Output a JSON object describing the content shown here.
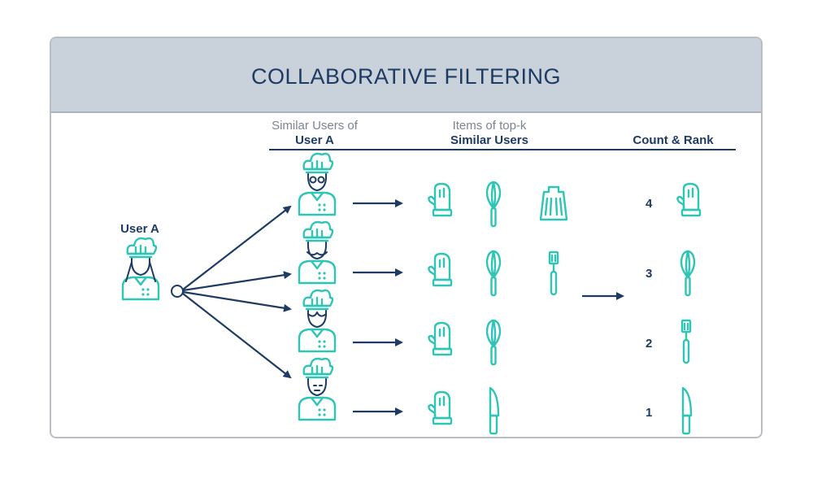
{
  "title": "COLLABORATIVE FILTERING",
  "user_a_label": "User A",
  "columns": {
    "similar_users_line1": "Similar Users of",
    "similar_users_line2": "User A",
    "items_line1": "Items of top-k",
    "items_line2": "Similar Users",
    "count_rank": "Count & Rank"
  },
  "similar_users": [
    {
      "icon": "chef-glasses-icon",
      "items": [
        "oven-mitt-icon",
        "whisk-icon",
        "grater-icon"
      ]
    },
    {
      "icon": "chef-mustache-icon",
      "items": [
        "oven-mitt-icon",
        "whisk-icon",
        "spatula-icon"
      ]
    },
    {
      "icon": "chef-icon",
      "items": [
        "oven-mitt-icon",
        "whisk-icon"
      ]
    },
    {
      "icon": "chef-beard-icon",
      "items": [
        "oven-mitt-icon",
        "knife-icon"
      ]
    }
  ],
  "ranking": [
    {
      "count": "4",
      "icon": "oven-mitt-icon"
    },
    {
      "count": "3",
      "icon": "whisk-icon"
    },
    {
      "count": "2",
      "icon": "spatula-icon"
    },
    {
      "count": "1",
      "icon": "knife-icon"
    }
  ],
  "colors": {
    "accent": "#2ec4b6",
    "navy": "#1d3b63",
    "header": "#c9d2db",
    "muted": "#7b8591"
  }
}
